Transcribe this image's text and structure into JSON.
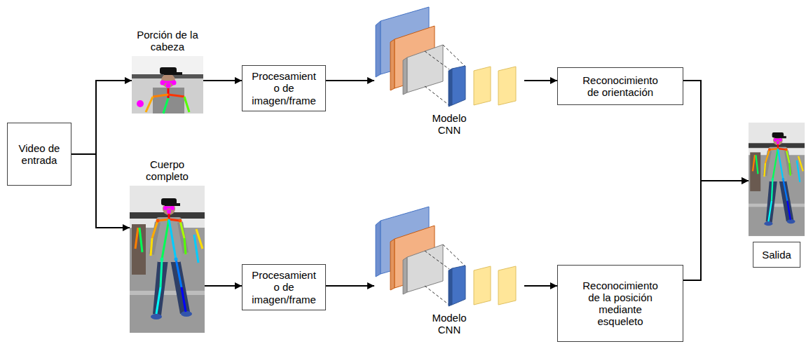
{
  "diagram": {
    "nodes": [
      {
        "text": [
          "Video de entrada"
        ]
      },
      {
        "text": [
          "Porción de la cabeza"
        ]
      },
      {
        "text": [
          "Procesamient o de imagen/frame"
        ]
      },
      {
        "text": [
          "Modelo CNN"
        ]
      },
      {
        "text": [
          "Reconocimiento de orientación"
        ]
      },
      {
        "text": [
          "Cuerpo completo"
        ]
      },
      {
        "text": [
          "Procesamient o de imagen/frame"
        ]
      },
      {
        "text": [
          "Modelo CNN"
        ]
      },
      {
        "text": [
          "Reconocimiento de la posición mediante esqueleto"
        ]
      },
      {
        "text": [
          "Salida"
        ]
      }
    ],
    "edges": [
      {
        "from": 0,
        "to": 1,
        "arrow": "to"
      },
      {
        "from": 0,
        "to": 5,
        "arrow": "to"
      },
      {
        "from": 1,
        "to": 2,
        "arrow": "to"
      },
      {
        "from": 2,
        "to": 3,
        "arrow": "to"
      },
      {
        "from": 3,
        "to": 4,
        "arrow": "to"
      },
      {
        "from": 5,
        "to": 6,
        "arrow": "to"
      },
      {
        "from": 6,
        "to": 7,
        "arrow": "to"
      },
      {
        "from": 7,
        "to": 8,
        "arrow": "to"
      },
      {
        "from": 4,
        "to": 9,
        "arrow": "to"
      },
      {
        "from": 8,
        "to": 9,
        "arrow": "to"
      }
    ]
  }
}
